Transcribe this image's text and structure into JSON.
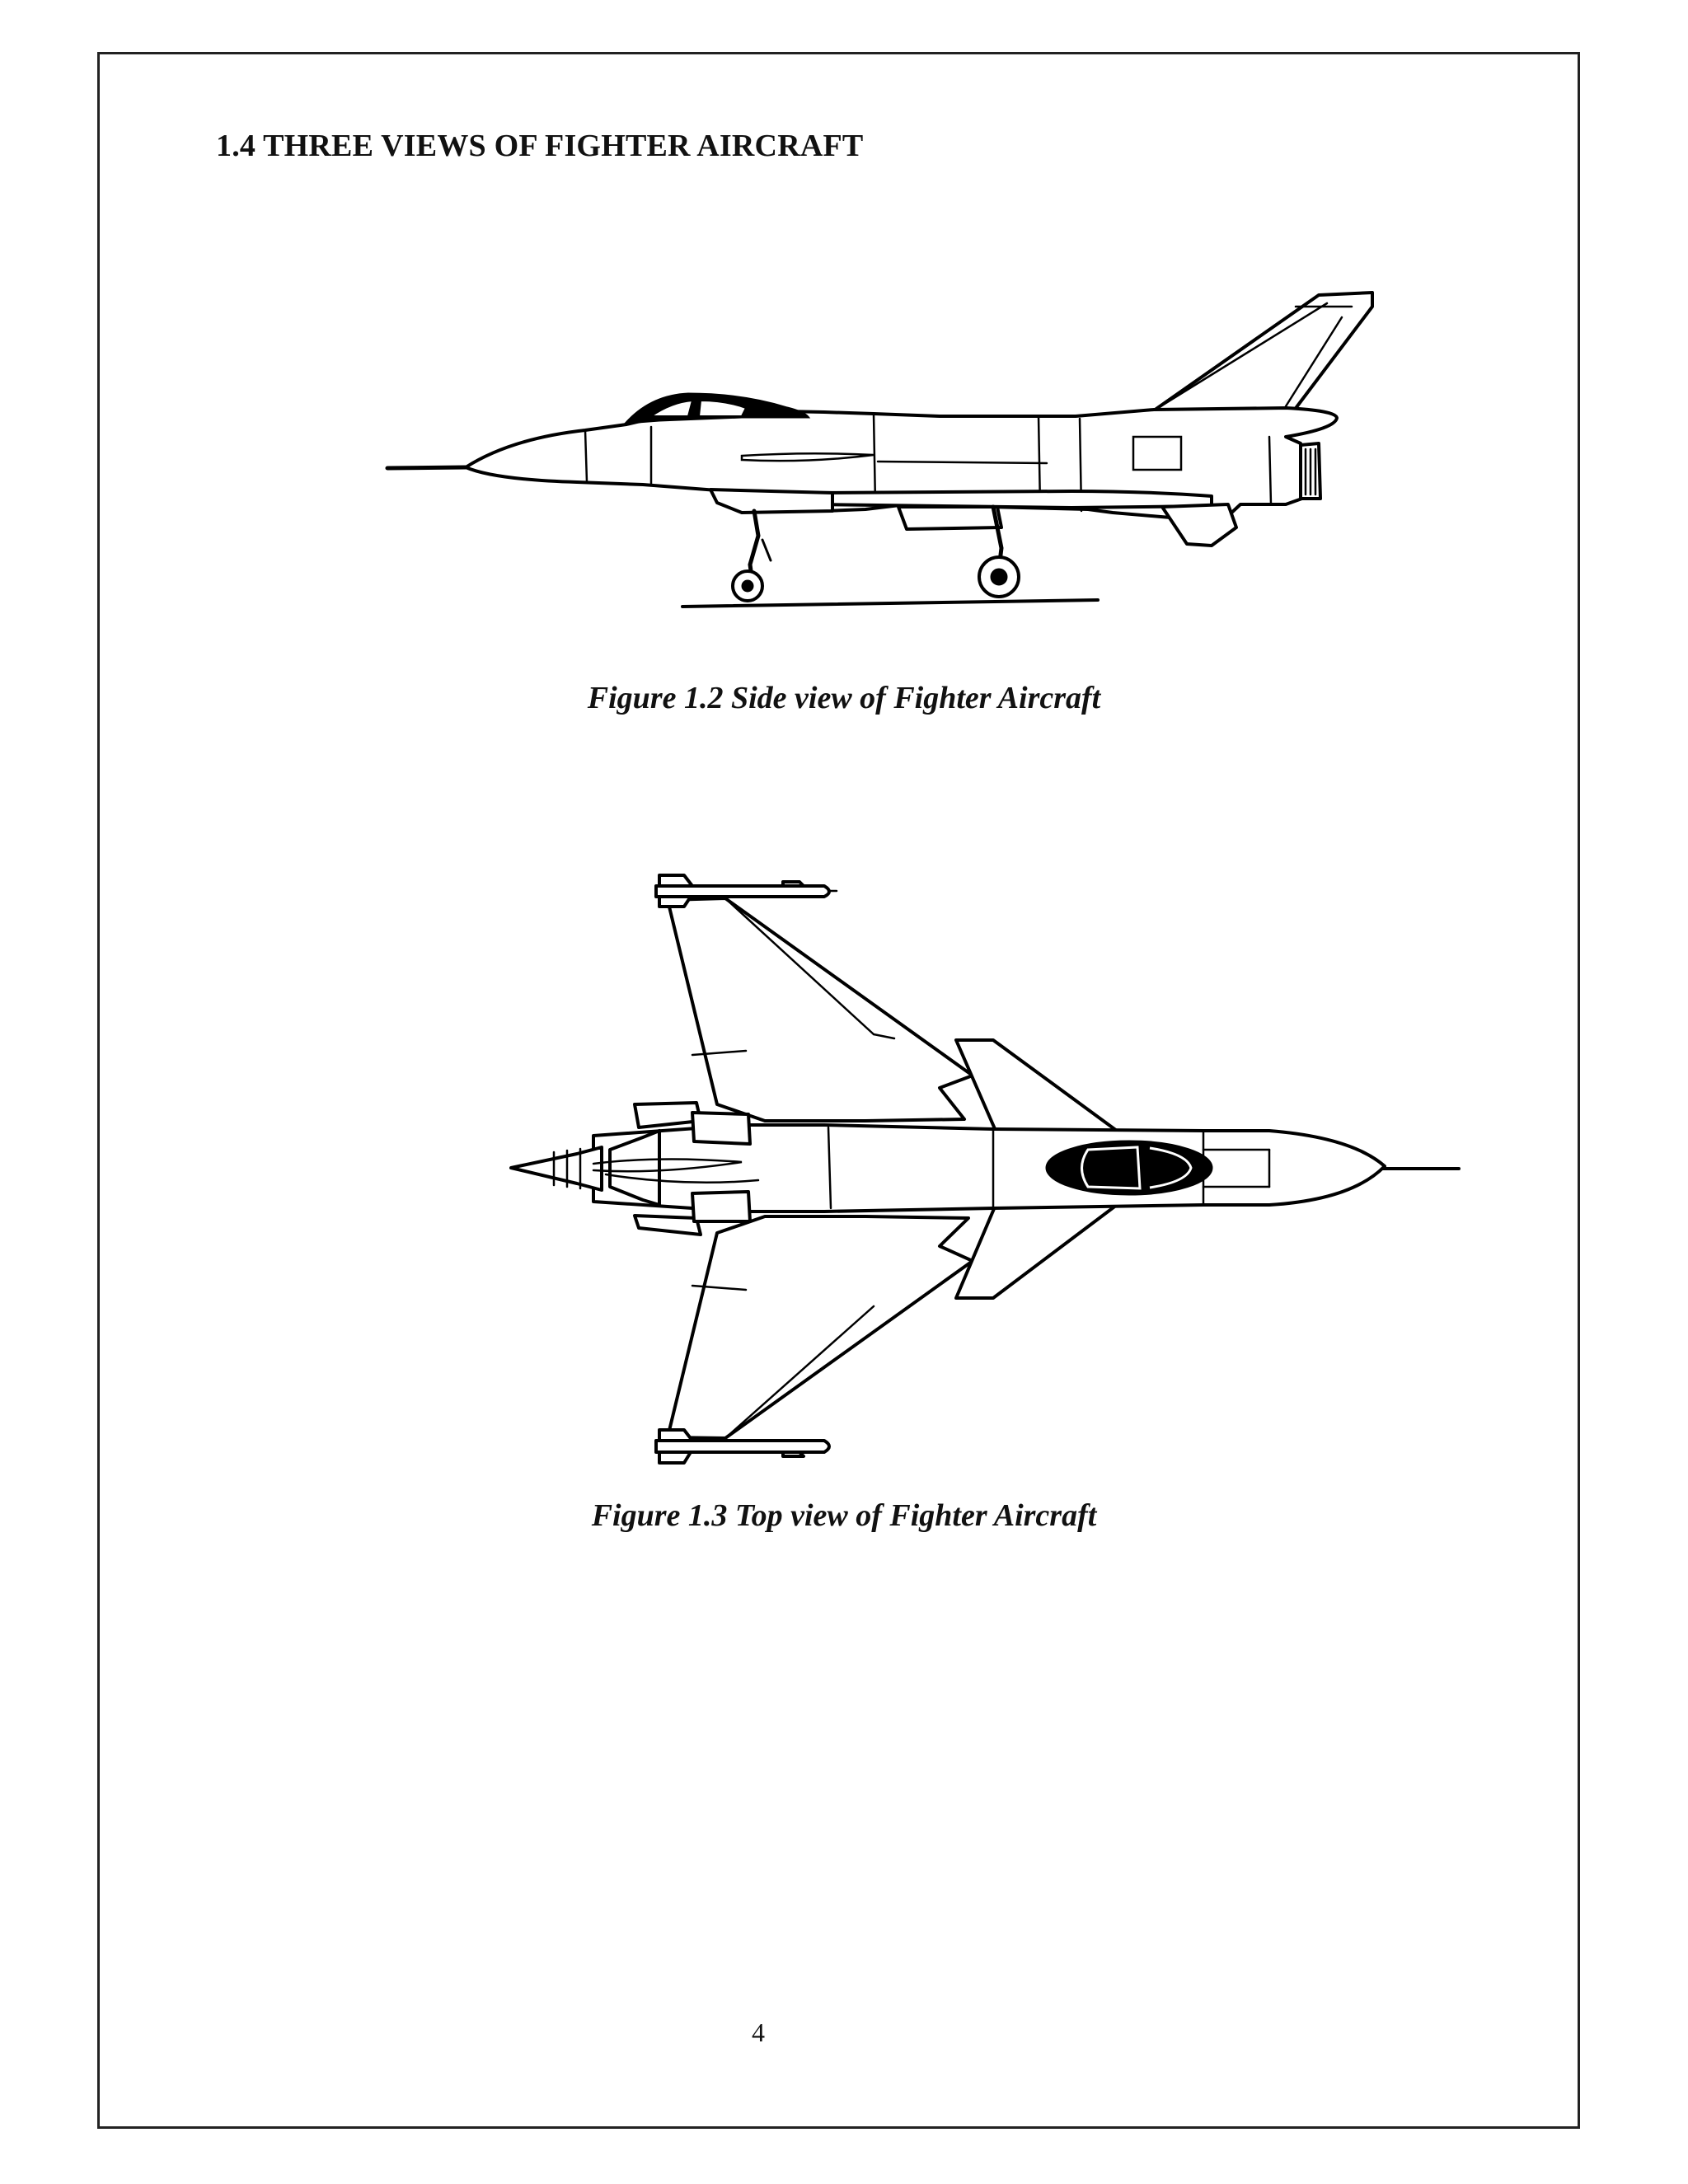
{
  "heading": "1.4 THREE VIEWS OF FIGHTER AIRCRAFT",
  "figures": [
    {
      "caption": "Figure 1.2 Side view of Fighter Aircraft"
    },
    {
      "caption": "Figure 1.3 Top view of Fighter Aircraft"
    }
  ],
  "page_number": "4"
}
